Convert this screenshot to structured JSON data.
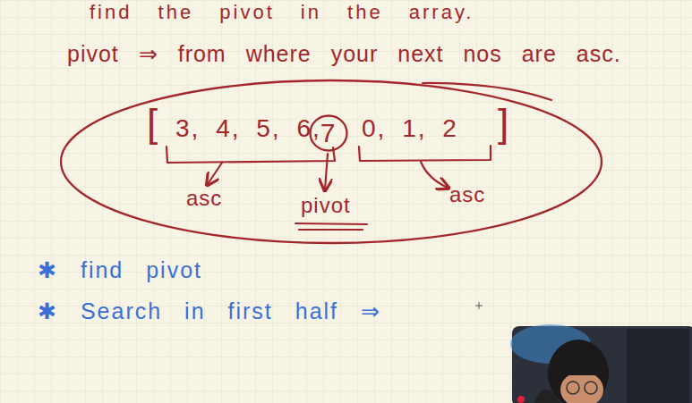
{
  "diagram": {
    "nodes": [
      {
        "text": [
          "[",
          "3, 4, 5, 6,",
          "0, 1, 2",
          "]"
        ]
      },
      {
        "text": [
          "7"
        ],
        "in": 0
      }
    ],
    "labels": [
      "find the pivot in the array.",
      "pivot ⇒ from where your next nos are asc.",
      "asc",
      "pivot",
      "asc",
      "✱ find pivot",
      "✱ Search in first half ⇒"
    ]
  }
}
